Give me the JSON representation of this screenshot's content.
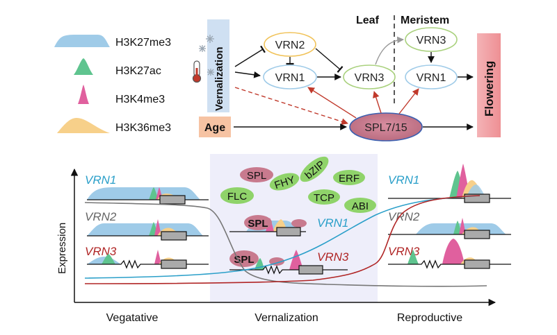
{
  "legend": [
    {
      "label": "H3K27me3",
      "color": "#9fcbe8"
    },
    {
      "label": "H3K27ac",
      "color": "#5fc48f"
    },
    {
      "label": "H3K4me3",
      "color": "#e0609e"
    },
    {
      "label": "H3K36me3",
      "color": "#f7d08a"
    }
  ],
  "top": {
    "vernalization": "Vernalization",
    "age": "Age",
    "leaf": "Leaf",
    "meristem": "Meristem",
    "vrn2": "VRN2",
    "vrn1_leaf": "VRN1",
    "vrn3_leaf": "VRN3",
    "vrn3_meristem": "VRN3",
    "vrn1_meristem": "VRN1",
    "spl": "SPL7/15",
    "flowering": "Flowering"
  },
  "bottom": {
    "ylabel": "Expression",
    "phases": [
      "Vegatative",
      "Vernalization",
      "Reproductive"
    ],
    "genes_left": [
      "VRN1",
      "VRN2",
      "VRN3"
    ],
    "genes_right": [
      "VRN1",
      "VRN2",
      "VRN3"
    ],
    "tf_factors": [
      "SPL",
      "FHY",
      "bZIP",
      "ERF",
      "FLC",
      "TCP",
      "ABI"
    ],
    "mid_spl_1": "SPL",
    "mid_vrn1": "VRN1",
    "mid_spl_2": "SPL",
    "mid_vrn3": "VRN3"
  },
  "colors": {
    "vrn1": "#2a9fc9",
    "vrn2": "#666666",
    "vrn3": "#b02525",
    "spl_fill": "#c87a8e",
    "tf_green": "#8fd36a",
    "age_fill": "#f6c3a3",
    "flowering_fill": "#f2a0a4",
    "vern_band": "#cfe0f2",
    "vern_panel": "#eeeefa"
  }
}
